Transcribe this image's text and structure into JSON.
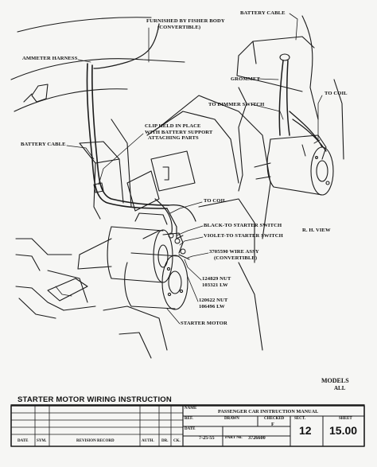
{
  "labels": {
    "furnished_by_fisher_body": [
      "FURNISHED BY FISHER BODY",
      "(CONVERTIBLE)"
    ],
    "battery_cable_top": "BATTERY CABLE",
    "ammeter_harness": "AMMETER HARNESS",
    "grommet": "GROMMET",
    "to_dimmer_switch": "TO DIMMER SWITCH",
    "to_coil_right": "TO COIL",
    "battery_cable_left": "BATTERY CABLE",
    "clip_held": [
      "CLIP HELD IN PLACE",
      "WITH BATTERY SUPPORT",
      "ATTACHING PARTS"
    ],
    "rh_view": "R. H. VIEW",
    "to_coil_center": "TO COIL",
    "black_to_starter_switch": "BLACK-TO STARTER SWITCH",
    "violet_to_starter_switch": "VIOLET-TO STARTER SWITCH",
    "wire_assy": [
      "3705590 WIRE ASSY",
      "(CONVERTIBLE)"
    ],
    "nut_124829": [
      "124829 NUT",
      "103321 LW"
    ],
    "nut_120622": [
      "120622 NUT",
      "106496 LW"
    ],
    "starter_motor": "STARTER MOTOR"
  },
  "models": {
    "heading": "MODELS",
    "value": "ALL"
  },
  "title_block": {
    "title": "STARTER MOTOR  WIRING INSTRUCTION",
    "name_label": "NAME",
    "name_value": "PASSENGER CAR INSTRUCTION MANUAL",
    "ref_label": "REF.",
    "drawn_label": "DRAWN",
    "checked_label": "CHECKED",
    "checked_value": "F",
    "sect_label": "SECT.",
    "sect_value": "12",
    "sheet_label": "SHEET",
    "sheet_value": "15.00",
    "date_label": "DATE",
    "date_value": "7-25-55",
    "part_no_label": "PART No.",
    "part_no_value": "3726600",
    "rev_date": "DATE",
    "rev_sym": "SYM.",
    "rev_record": "REVISION RECORD",
    "rev_auth": "AUTH.",
    "rev_dr": "DR.",
    "rev_ck": "CK."
  }
}
